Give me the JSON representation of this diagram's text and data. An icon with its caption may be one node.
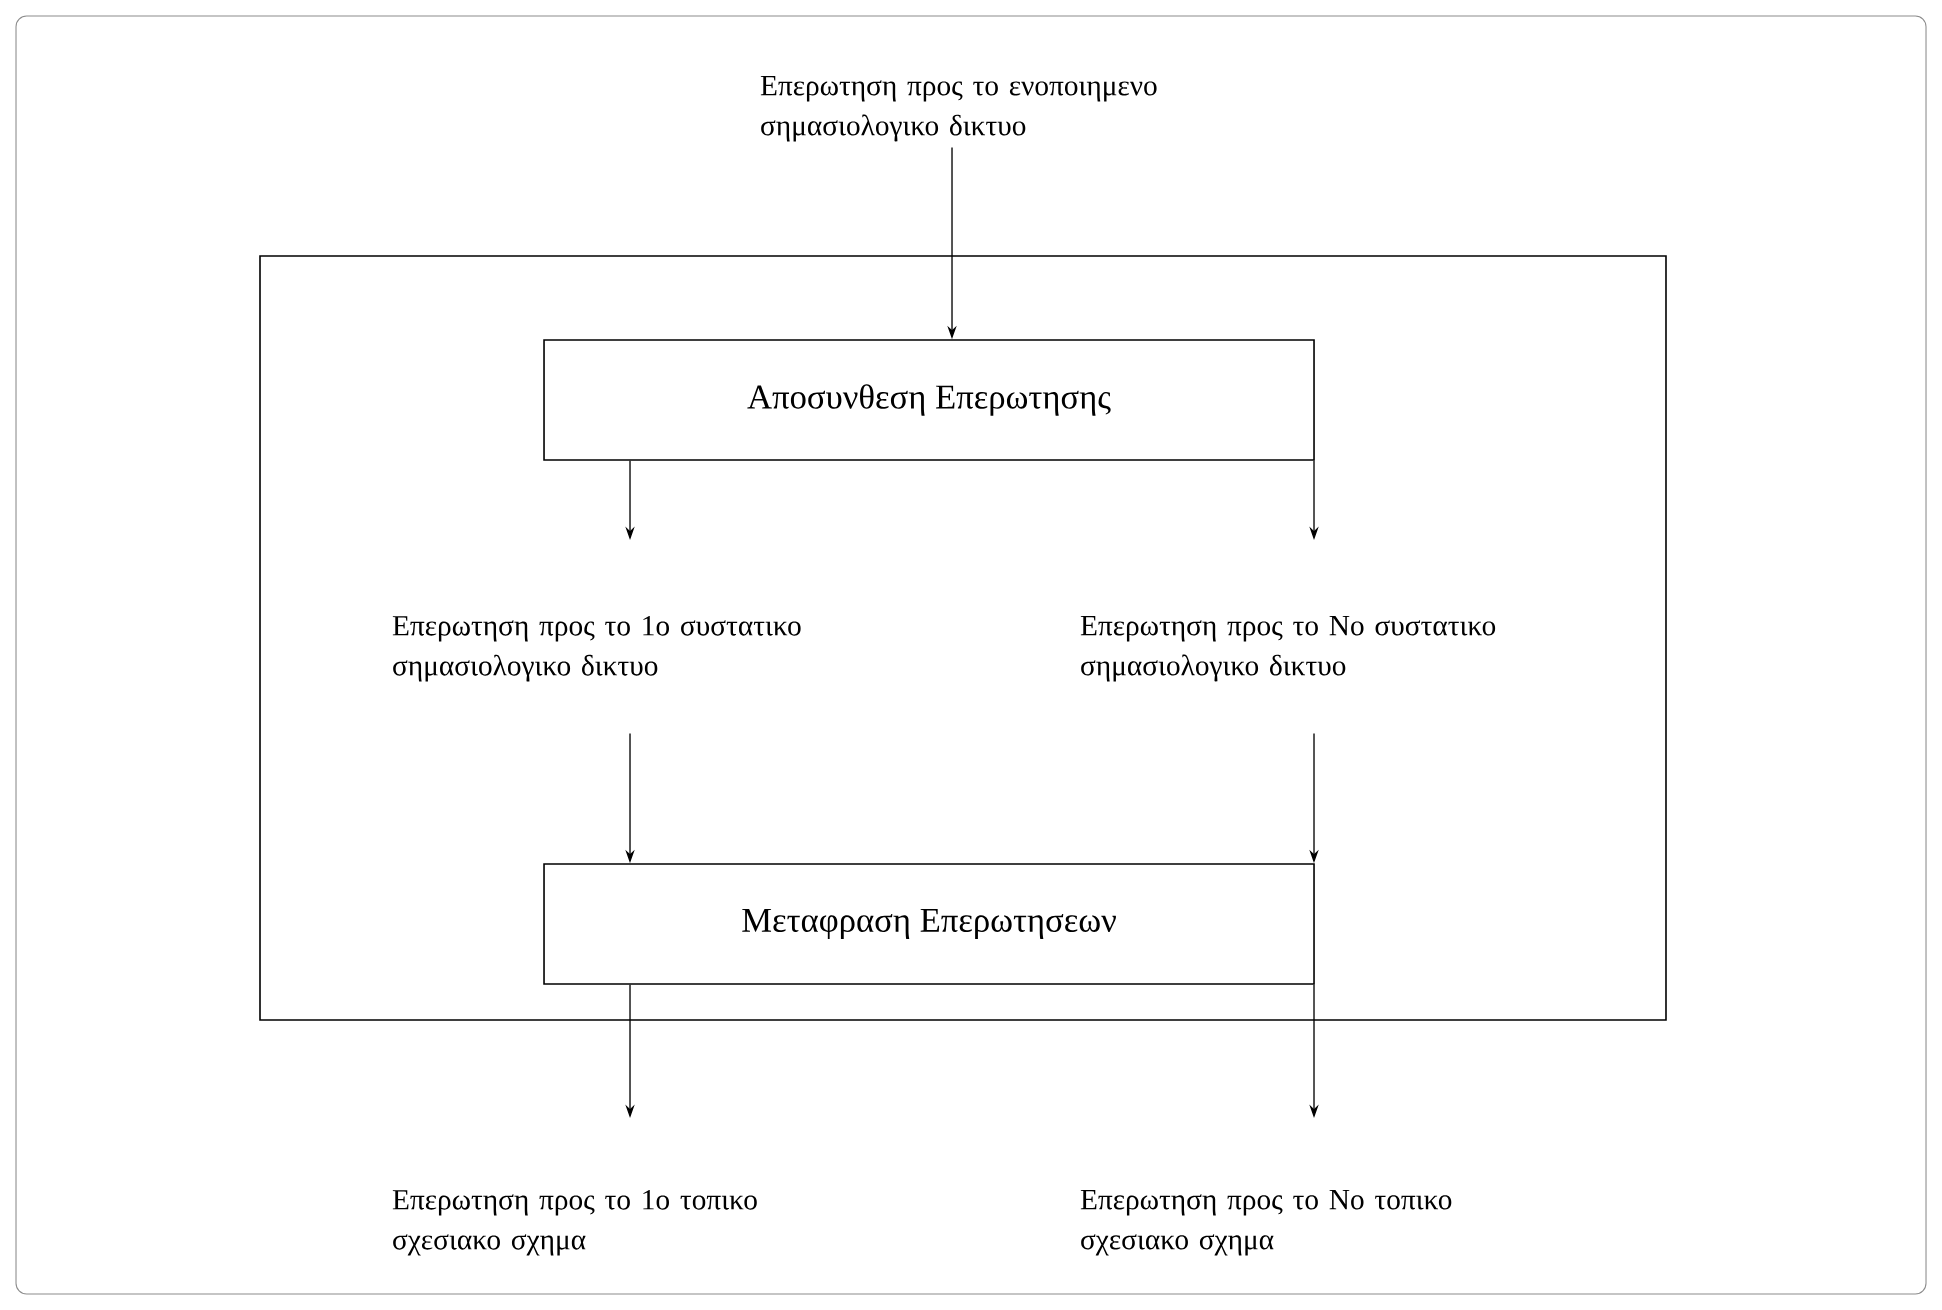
{
  "diagram": {
    "nodes": [
      {
        "text": [],
        "shape": "box"
      },
      {
        "text": [
          "Επερωτηση προς το ενοποιημενο σημασιολογικο δικτυο"
        ]
      },
      {
        "text": [
          "Αποσυνθεση  Επερωτησης"
        ],
        "in": 0
      },
      {
        "text": [
          "Επερωτηση προς το 1ο συστατικο σημασιολογικο δικτυο"
        ],
        "in": 0
      },
      {
        "text": [
          "Επερωτηση προς το Νο συστατικο σημασιολογικο δικτυο"
        ],
        "in": 0
      },
      {
        "text": [
          "Μεταφραση  Επερωτησεων"
        ],
        "in": 0
      },
      {
        "text": [
          "Επερωτηση προς το 1ο τοπικο σχεσιακο σχημα"
        ]
      },
      {
        "text": [
          "Επερωτηση προς το Νο τοπικο σχεσιακο σχημα"
        ]
      }
    ],
    "edges": [
      {
        "from": 1,
        "to": 2,
        "arrow": "to"
      },
      {
        "from": 2,
        "to": 3,
        "arrow": "to"
      },
      {
        "from": 2,
        "to": 4,
        "arrow": "to"
      },
      {
        "from": 3,
        "to": 5,
        "arrow": "to"
      },
      {
        "from": 4,
        "to": 5,
        "arrow": "to"
      },
      {
        "from": 5,
        "to": 6,
        "arrow": "to"
      },
      {
        "from": 5,
        "to": 7,
        "arrow": "to"
      }
    ]
  }
}
